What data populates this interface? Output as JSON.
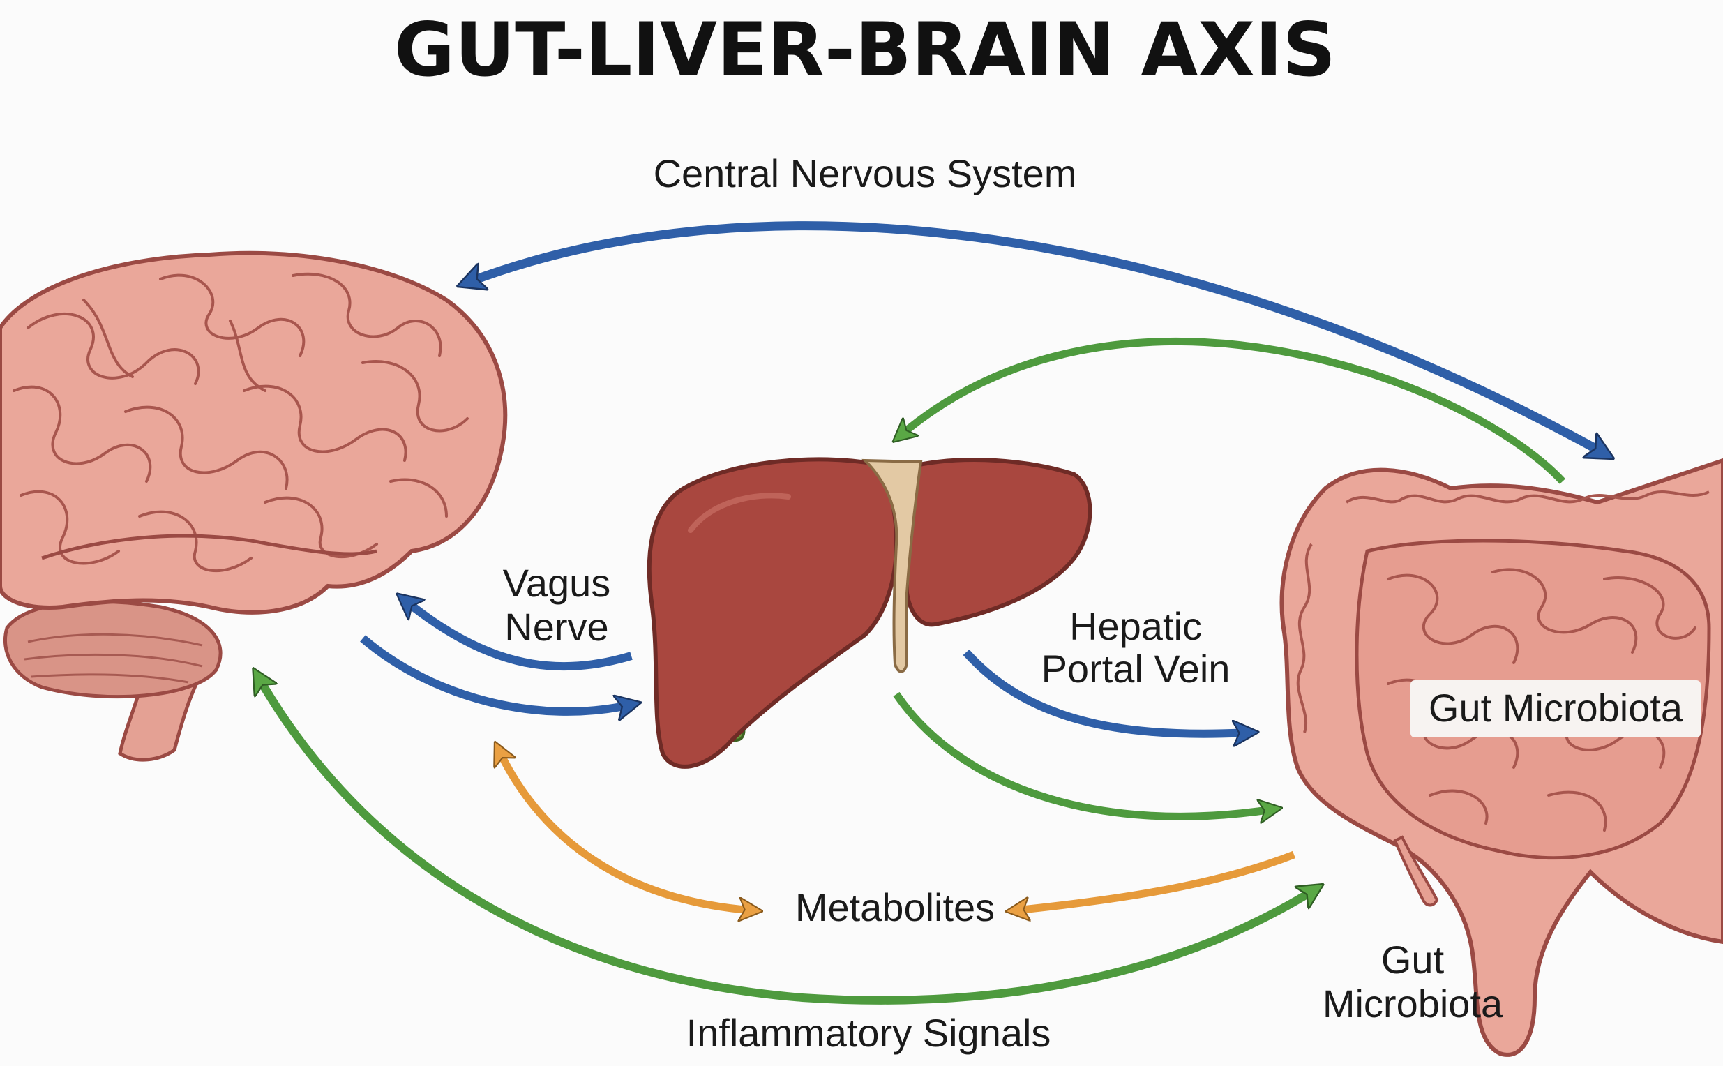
{
  "title": "GUT-LIVER-BRAIN AXIS",
  "organs": {
    "brain": "brain",
    "liver": "liver",
    "intestine": "intestine"
  },
  "labels": {
    "central_nervous_system": "Central Nervous System",
    "vagus_nerve_line1": "Vagus",
    "vagus_nerve_line2": "Nerve",
    "hepatic_portal_line1": "Hepatic",
    "hepatic_portal_line2": "Portal Vein",
    "gut_microbiota_inner": "Gut Microbiota",
    "metabolites": "Metabolites",
    "gut_microbiota_line1": "Gut",
    "gut_microbiota_line2": "Microbiota",
    "inflammatory_signals": "Inflammatory Signals"
  },
  "colors": {
    "blue_arrow": "#2f5fa8",
    "green_arrow": "#4e9a3e",
    "orange_arrow": "#e69a3a",
    "organ_pink": "#e9a79a",
    "organ_outline": "#9b4a44",
    "liver_fill": "#a9473f",
    "gallbladder": "#6b9a3c"
  }
}
